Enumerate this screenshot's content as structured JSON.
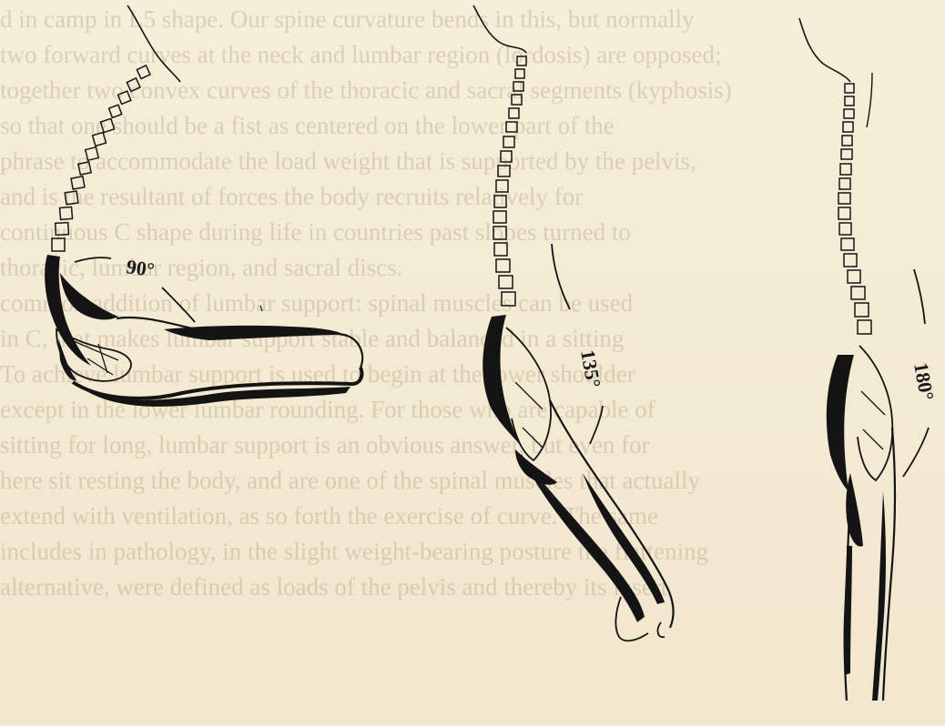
{
  "figures": [
    {
      "id": "fig-90",
      "angle_label": "90°"
    },
    {
      "id": "fig-135",
      "angle_label": "135°"
    },
    {
      "id": "fig-180",
      "angle_label": "180°"
    }
  ],
  "background_text_lines": [
    "d in camp in L5 shape. Our spine curvature bends in this, but normally",
    "two forward curves at the neck and lumbar region (lordosis) are opposed;",
    "together two convex curves of the thoracic and sacral segments (kyphosis)",
    "so that one should be a fist as centered on the lower part of the",
    "phrase to accommodate the load weight that is supported by the pelvis,",
    "and is the resultant of forces the body recruits relatively for",
    "continuous C shape during life in countries past slopes turned to",
    "thoracic, lumbar region, and sacral discs.",
    "common addition of lumbar support: spinal muscles can be used",
    "in C, that makes lumbar support stable and balanced in a sitting",
    "To achieve lumbar support is used to begin at the lower shoulder",
    "except in the lower lumbar rounding. For those who are capable of",
    "sitting for long, lumbar support is an obvious answer, but even for",
    "here sit resting the body, and are one of the spinal muscles that actually",
    "extend with ventilation, as so forth the exercise of curve. The same",
    "includes in pathology, in the slight weight-bearing posture the flattening",
    "alternative, were defined as loads of the pelvis and thereby its insert"
  ],
  "colors": {
    "ink": "#141414",
    "paper": "#f3ead2"
  }
}
